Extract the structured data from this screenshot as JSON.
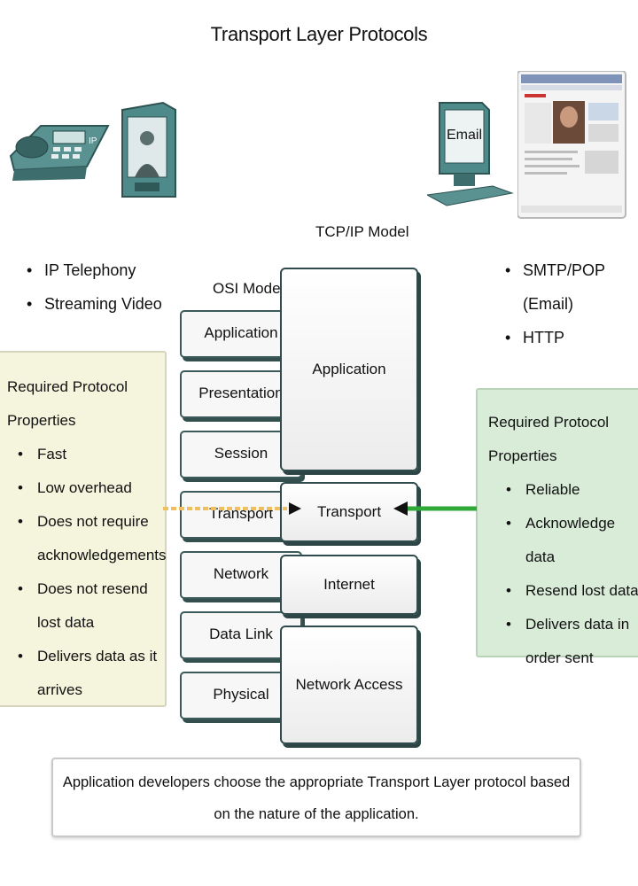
{
  "title": "Transport Layer Protocols",
  "icons": [
    "ip-phone-icon",
    "video-terminal-icon",
    "email-computer-icon",
    "web-browser-icon"
  ],
  "email_screen_label": "Email",
  "left_apps": [
    "IP Telephony",
    "Streaming Video"
  ],
  "right_apps": [
    "SMTP/POP (Email)",
    "HTTP"
  ],
  "tcpip_label": "TCP/IP Model",
  "osi_label": "OSI Model",
  "osi_layers": [
    "Application",
    "Presentation",
    "Session",
    "Transport",
    "Network",
    "Data Link",
    "Physical"
  ],
  "tcpip_layers": [
    "Application",
    "Transport",
    "Internet",
    "Network Access"
  ],
  "left_panel": {
    "title": "Required Protocol Properties",
    "items": [
      "Fast",
      "Low overhead",
      "Does not require acknowledgements",
      "Does not resend lost data",
      "Delivers data as it arrives"
    ]
  },
  "right_panel": {
    "title_line1": "Required Protocol",
    "title_line2": "Properties",
    "items": [
      "Reliable",
      "Acknowledge data",
      "Resend lost data",
      "Delivers data in order sent"
    ]
  },
  "footer": "Application developers choose the appropriate Transport Layer protocol based on the nature of the application.",
  "colors": {
    "left_panel_bg": "#f5f4dd",
    "right_panel_bg": "#d8ecd8",
    "udp_arrow": "#f0c060",
    "tcp_arrow": "#2ea836",
    "device_teal": "#4f8a8a"
  }
}
